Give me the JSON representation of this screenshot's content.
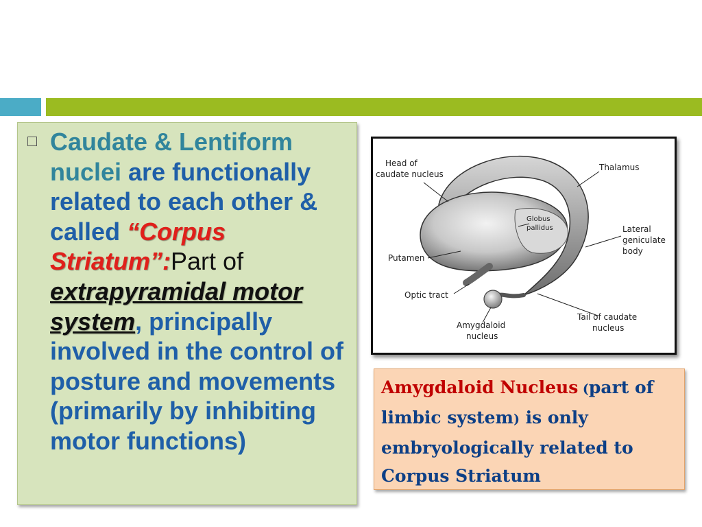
{
  "slide": {
    "bullet_text": {
      "t1": "Caudate & Lentiform nuclei ",
      "t2": "are functionally related to each other & called ",
      "t3": "“Corpus Striatum”:",
      "t4": "Part of ",
      "t5": "extrapyramidal motor system",
      "t6": ", principally involved in the control of posture and movements (primarily by inhibiting motor functions)"
    },
    "figure_labels": {
      "head_caudate": [
        "Head of",
        "caudate nucleus"
      ],
      "thalamus": "Thalamus",
      "globus": [
        "Globus",
        "pallidus"
      ],
      "lateral": [
        "Lateral",
        "geniculate",
        "body"
      ],
      "putamen": "Putamen",
      "optic": "Optic tract",
      "amygdaloid": [
        "Amygdaloid",
        "nucleus"
      ],
      "tail": [
        "Tail of caudate",
        "nucleus"
      ]
    },
    "note": {
      "title": "Amygdaloid Nucleus",
      "open": " (",
      "rest": "part of limbic system",
      "close": ")",
      "tail": " is only embryologically related to Corpus Striatum"
    }
  },
  "colors": {
    "teal_bar": "#4bacc6",
    "green_bar": "#9bbb21",
    "text_box_bg": "#d7e4bd",
    "note_box_bg": "#fbd5b5",
    "body_text": "#1f5fa8",
    "highlight_red": "#e0201b"
  }
}
